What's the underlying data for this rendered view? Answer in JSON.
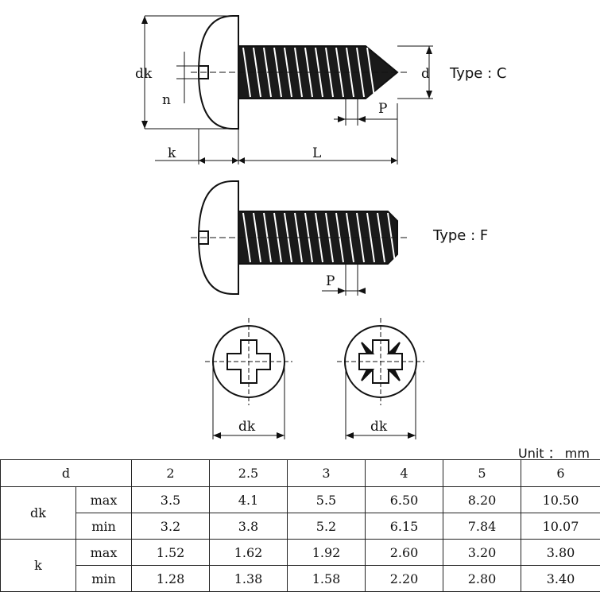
{
  "diagram": {
    "type_c_label": "Type : C",
    "type_f_label": "Type : F",
    "dim_dk": "dk",
    "dim_d": "d",
    "dim_n": "n",
    "dim_p": "P",
    "dim_k": "k",
    "dim_l": "L",
    "view_left_dk": "dk",
    "view_right_dk": "dk"
  },
  "unit_label": "Unit ： mm",
  "table": {
    "header_label": "d",
    "sizes": [
      "2",
      "2.5",
      "3",
      "4",
      "5",
      "6"
    ],
    "groups": [
      {
        "name": "dk",
        "rows": [
          {
            "label": "max",
            "values": [
              "3.5",
              "4.1",
              "5.5",
              "6.50",
              "8.20",
              "10.50"
            ]
          },
          {
            "label": "min",
            "values": [
              "3.2",
              "3.8",
              "5.2",
              "6.15",
              "7.84",
              "10.07"
            ]
          }
        ]
      },
      {
        "name": "k",
        "rows": [
          {
            "label": "max",
            "values": [
              "1.52",
              "1.62",
              "1.92",
              "2.60",
              "3.20",
              "3.80"
            ]
          },
          {
            "label": "min",
            "values": [
              "1.28",
              "1.38",
              "1.58",
              "2.20",
              "2.80",
              "3.40"
            ]
          }
        ]
      }
    ]
  }
}
